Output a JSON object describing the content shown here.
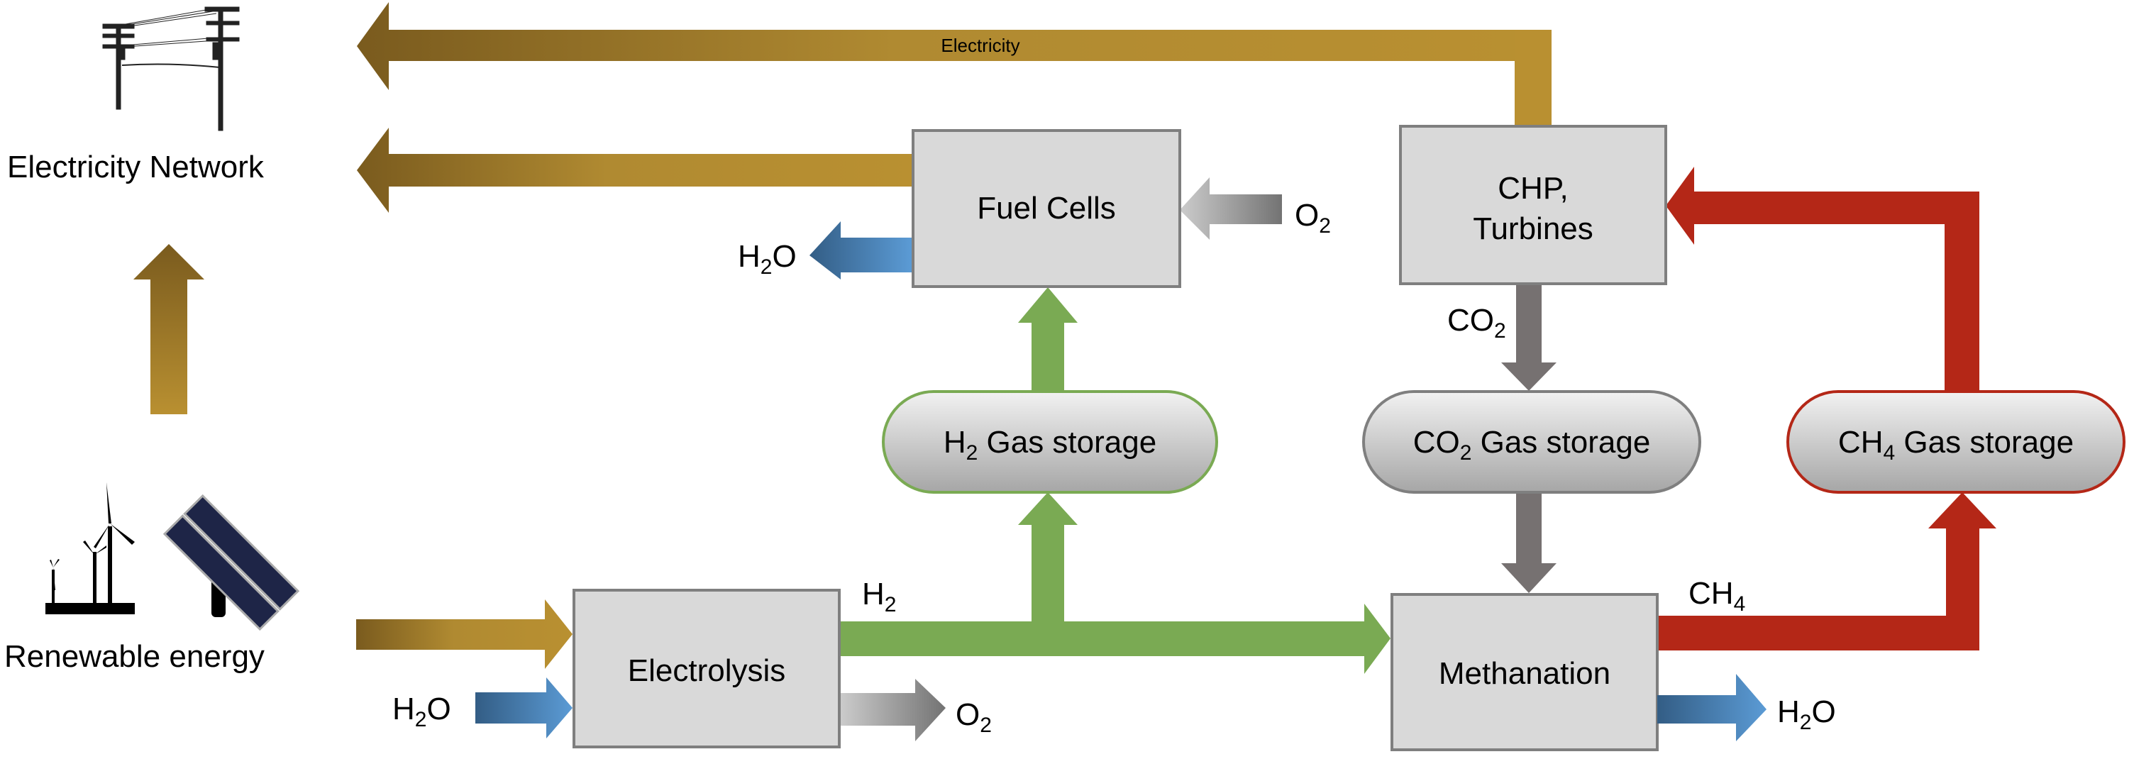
{
  "title": "Power-to-Gas system diagram",
  "nodes": {
    "electricity_network": {
      "label": "Electricity Network"
    },
    "renewable_energy": {
      "label": "Renewable energy"
    },
    "fuel_cells": {
      "label": "Fuel Cells"
    },
    "chp": {
      "label_line1": "CHP,",
      "label_line2": "Turbines"
    },
    "electrolysis": {
      "label": "Electrolysis"
    },
    "methanation": {
      "label": "Methanation"
    },
    "h2_storage": {
      "formula": "H",
      "sub": "2",
      "label": " Gas storage"
    },
    "co2_storage": {
      "formula": "CO",
      "sub": "2",
      "label": " Gas storage"
    },
    "ch4_storage": {
      "formula": "CH",
      "sub": "4",
      "label": " Gas storage"
    }
  },
  "flows": {
    "electricity_label": "Electricity",
    "fc_o2": {
      "formula": "O",
      "sub": "2"
    },
    "fc_h2o": {
      "formula_a": "H",
      "sub": "2",
      "formula_b": "O"
    },
    "chp_co2": {
      "formula": "CO",
      "sub": "2"
    },
    "el_h2": {
      "formula": "H",
      "sub": "2"
    },
    "el_h2o": {
      "formula_a": "H",
      "sub": "2",
      "formula_b": "O"
    },
    "el_o2": {
      "formula": "O",
      "sub": "2"
    },
    "me_ch4": {
      "formula": "CH",
      "sub": "4"
    },
    "me_h2o": {
      "formula_a": "H",
      "sub": "2",
      "formula_b": "O"
    }
  },
  "icons": {
    "power_lines": "power-lines-icon",
    "wind_turbines": "wind-turbine-icon",
    "solar_panel": "solar-panel-icon"
  },
  "colors": {
    "electricity": "#b99031",
    "electricity_dark": "#7a5b1e",
    "hydrogen": "#7aaa53",
    "methane": "#b42717",
    "co2": "#767171",
    "water_light": "#5b9bd5",
    "water_dark": "#335d85",
    "oxygen_light": "#c8c8c8",
    "oxygen_dark": "#757575",
    "box_fill": "#d9d9d9",
    "box_border": "#7f7f7f"
  }
}
